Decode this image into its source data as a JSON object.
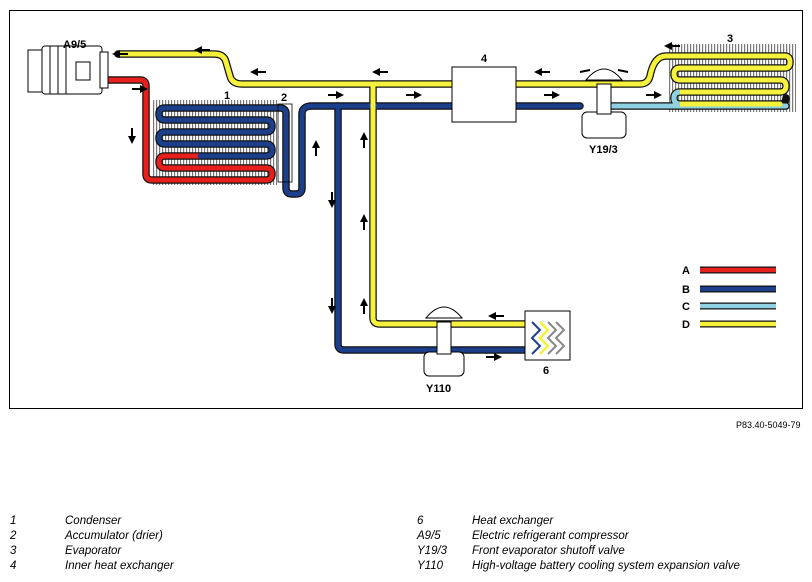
{
  "diagram": {
    "component_labels": {
      "compressor": "A9/5",
      "condenser": "1",
      "accumulator": "2",
      "evaporator": "3",
      "inner_heat_exchanger": "4",
      "heat_exchanger": "6",
      "front_shutoff_valve": "Y19/3",
      "battery_expansion_valve": "Y110"
    },
    "line_legend": [
      {
        "letter": "A",
        "color": "#e8201c"
      },
      {
        "letter": "B",
        "color": "#1c3f8c"
      },
      {
        "letter": "C",
        "color": "#8fd0e2"
      },
      {
        "letter": "D",
        "color": "#f6f13a"
      }
    ],
    "reference": "P83.40-5049-79"
  },
  "key": {
    "left": [
      {
        "code": "1",
        "desc": "Condenser"
      },
      {
        "code": "2",
        "desc": "Accumulator (drier)"
      },
      {
        "code": "3",
        "desc": "Evaporator"
      },
      {
        "code": "4",
        "desc": "Inner heat exchanger"
      }
    ],
    "right": [
      {
        "code": "6",
        "desc": "Heat exchanger"
      },
      {
        "code": "A9/5",
        "desc": "Electric refrigerant compressor"
      },
      {
        "code": "Y19/3",
        "desc": "Front evaporator shutoff valve"
      },
      {
        "code": "Y110",
        "desc": "High-voltage battery cooling system expansion valve"
      }
    ]
  }
}
